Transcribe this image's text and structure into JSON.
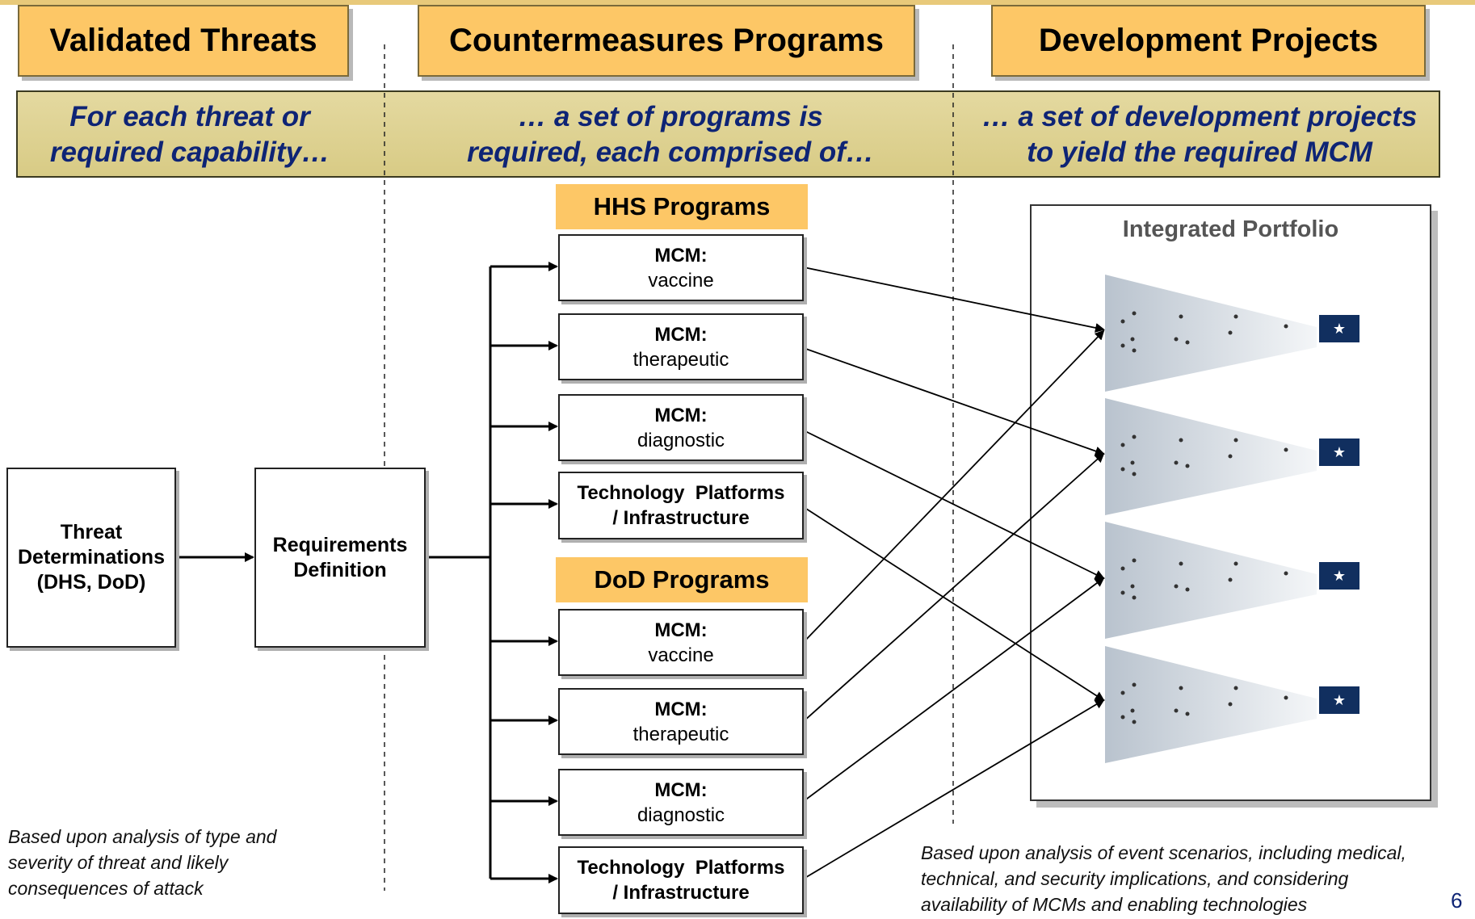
{
  "headers": {
    "col1": "Validated Threats",
    "col2": "Countermeasures Programs",
    "col3": "Development Projects"
  },
  "banner": {
    "col1_line1": "For each threat or",
    "col1_line2": "required capability…",
    "col2_line1": "… a set of programs is",
    "col2_line2": "required, each comprised of…",
    "col3_line1": "… a set of development projects",
    "col3_line2": "to yield the required MCM"
  },
  "threat_box": {
    "line1": "Threat",
    "line2": "Determinations",
    "line3": "(DHS, DoD)"
  },
  "requirements_box": {
    "line1": "Requirements",
    "line2": "Definition"
  },
  "hhs_label": "HHS Programs",
  "dod_label": "DoD Programs",
  "hhs_programs": [
    {
      "title": "MCM:",
      "sub": "vaccine"
    },
    {
      "title": "MCM:",
      "sub": "therapeutic"
    },
    {
      "title": "MCM:",
      "sub": "diagnostic"
    },
    {
      "title": "Technology  Platforms",
      "sub": "/ Infrastructure"
    }
  ],
  "dod_programs": [
    {
      "title": "MCM:",
      "sub": "vaccine"
    },
    {
      "title": "MCM:",
      "sub": "therapeutic"
    },
    {
      "title": "MCM:",
      "sub": "diagnostic"
    },
    {
      "title": "Technology  Platforms",
      "sub": "/ Infrastructure"
    }
  ],
  "portfolio_title": "Integrated Portfolio",
  "funnel_star": "★",
  "note_left": {
    "line1": "Based upon analysis of type and",
    "line2": "severity of threat and likely",
    "line3": "consequences of attack"
  },
  "note_right": {
    "line1": "Based upon analysis of event scenarios, including medical,",
    "line2": "technical, and security implications, and considering",
    "line3": "availability of MCMs and enabling technologies"
  },
  "page_number": "6",
  "colors": {
    "header_fill": "#FDC766",
    "banner_fill": "#DDD192",
    "banner_text": "#0E2475",
    "star_fill": "#112F5F"
  }
}
